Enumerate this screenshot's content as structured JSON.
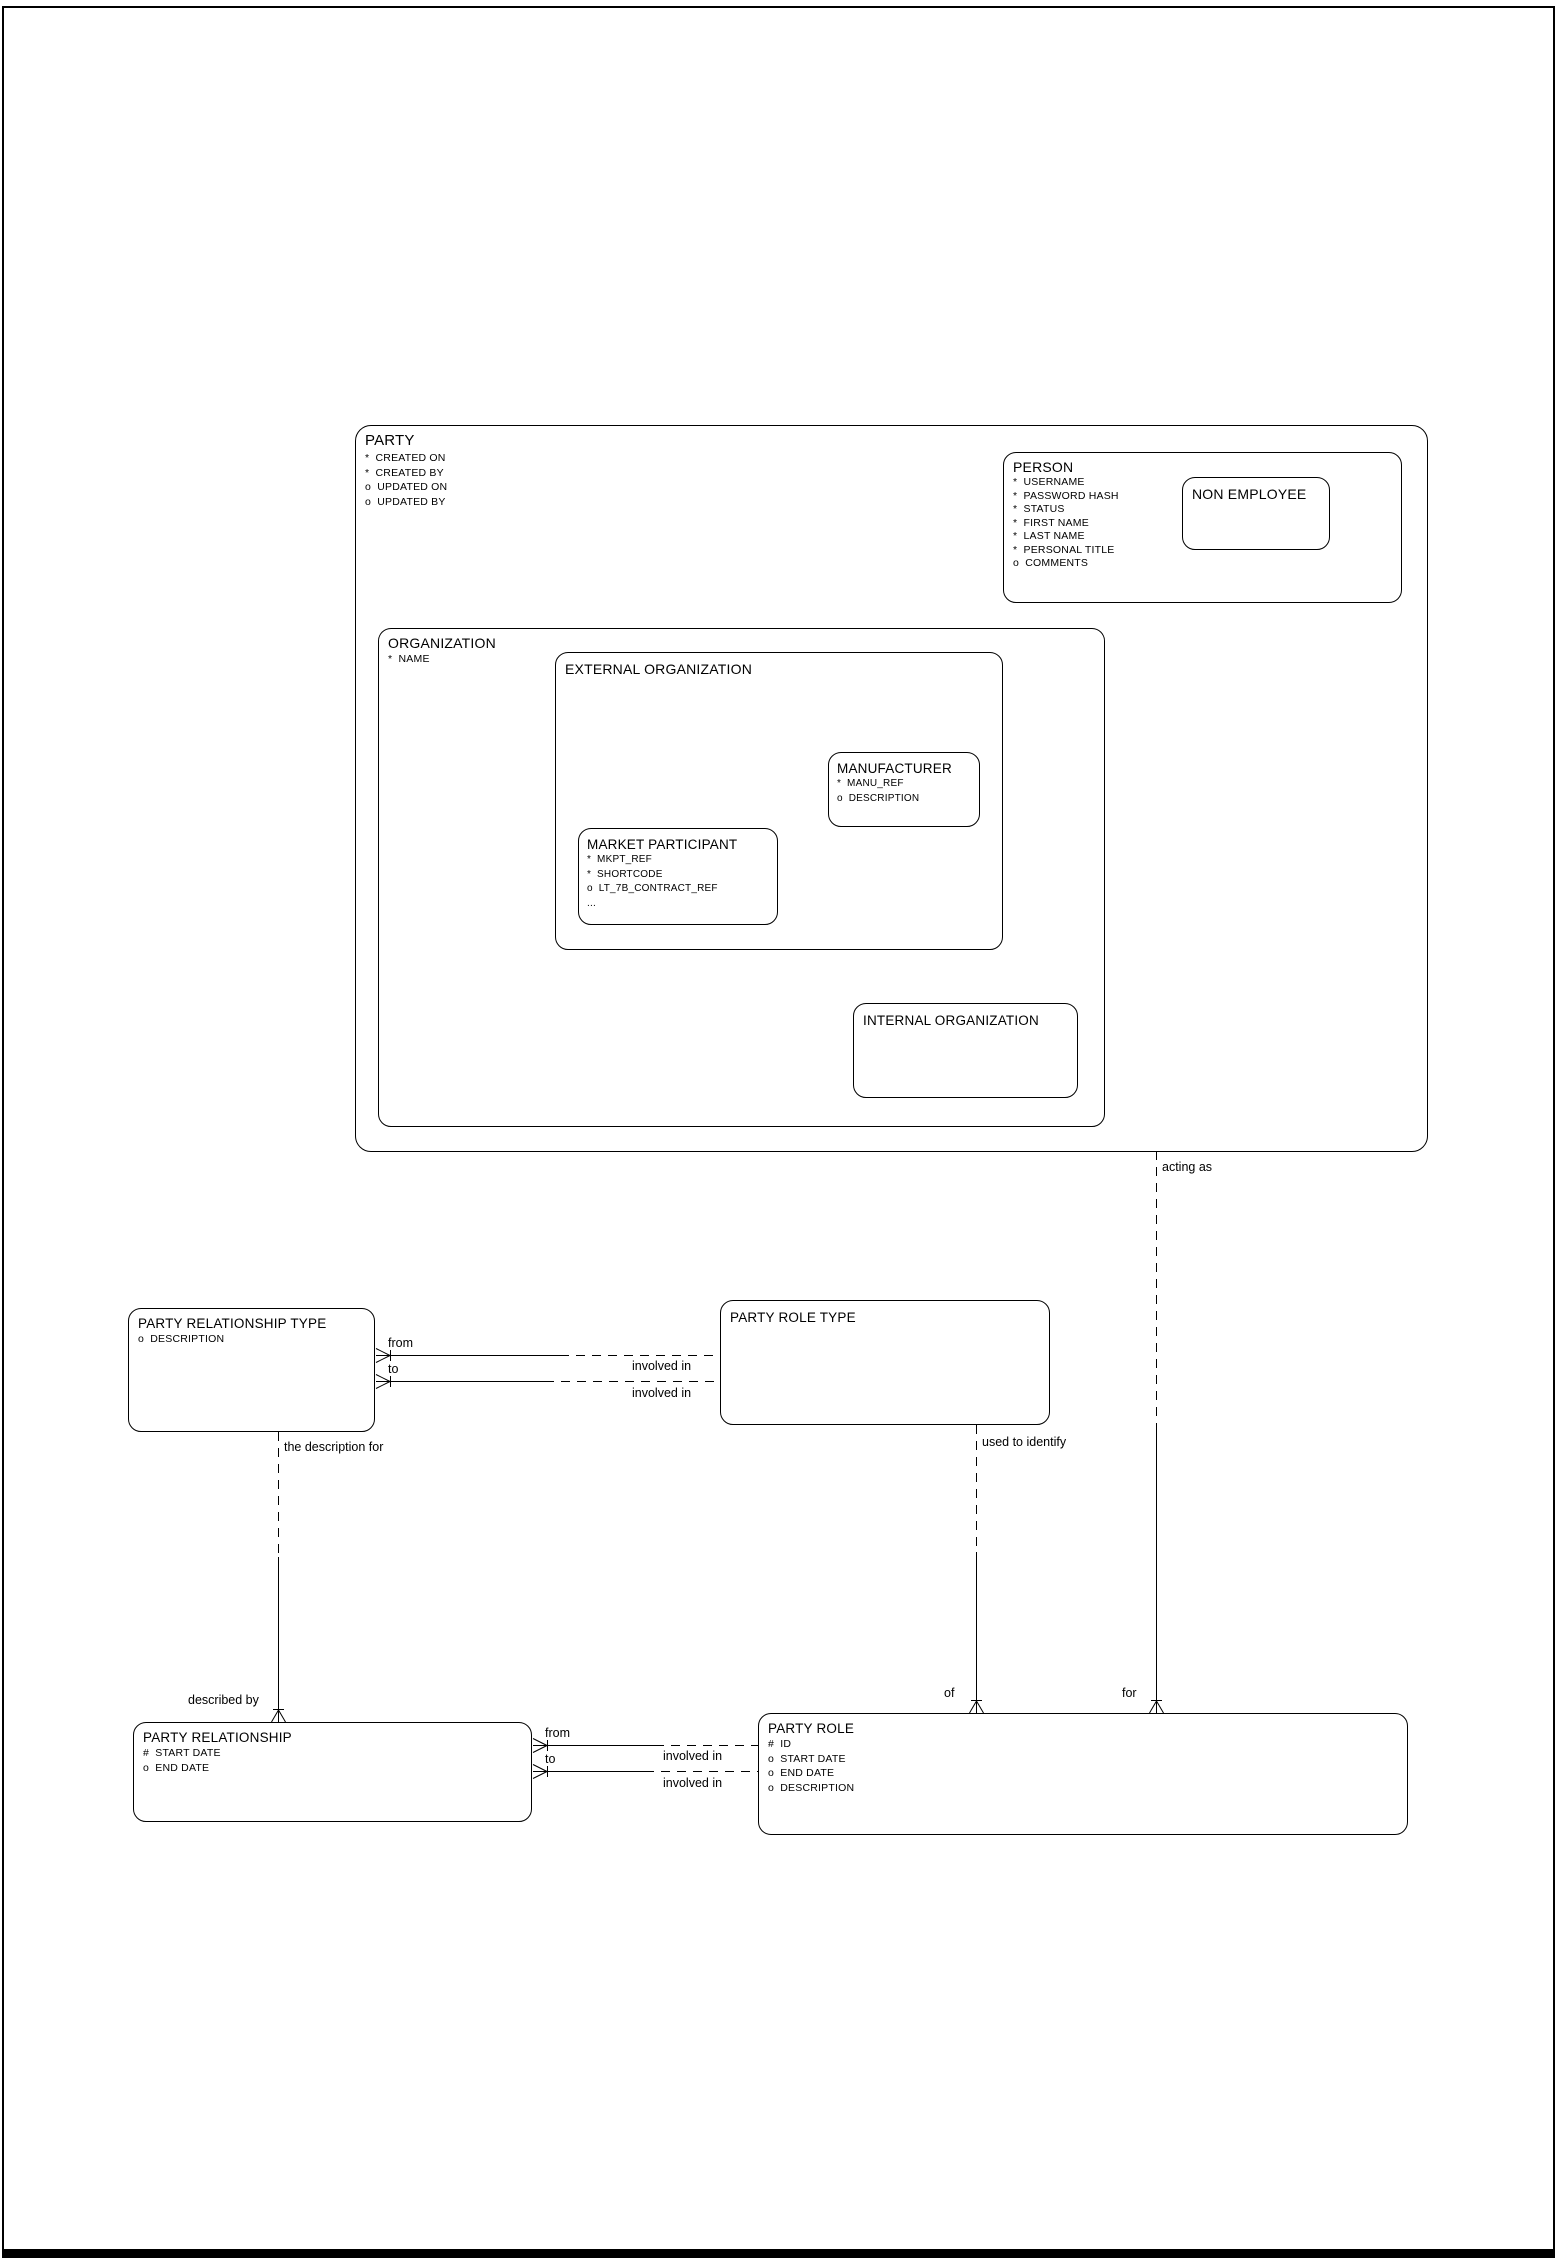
{
  "diagram": {
    "title_note": "Entity relationship diagram",
    "colors": {
      "line": "#000000",
      "background": "#ffffff"
    },
    "entities": {
      "party": {
        "title": "PARTY",
        "attrs": [
          "*  CREATED ON",
          "*  CREATED BY",
          "o  UPDATED ON",
          "o  UPDATED BY"
        ]
      },
      "person": {
        "title": "PERSON",
        "attrs": [
          "*  USERNAME",
          "*  PASSWORD HASH",
          "*  STATUS",
          "*  FIRST NAME",
          "*  LAST NAME",
          "*  PERSONAL TITLE",
          "o  COMMENTS"
        ]
      },
      "non_employee": {
        "title": "NON EMPLOYEE"
      },
      "organization": {
        "title": "ORGANIZATION",
        "attrs": [
          "*  NAME"
        ]
      },
      "external_organization": {
        "title": "EXTERNAL ORGANIZATION"
      },
      "manufacturer": {
        "title": "MANUFACTURER",
        "attrs": [
          "*  MANU_REF",
          "o  DESCRIPTION"
        ]
      },
      "market_participant": {
        "title": "MARKET PARTICIPANT",
        "attrs": [
          "*  MKPT_REF",
          "*  SHORTCODE",
          "o  LT_7B_CONTRACT_REF",
          "..."
        ]
      },
      "internal_organization": {
        "title": "INTERNAL ORGANIZATION"
      },
      "party_relationship_type": {
        "title": "PARTY RELATIONSHIP TYPE",
        "attrs": [
          "o  DESCRIPTION"
        ]
      },
      "party_role_type": {
        "title": "PARTY ROLE TYPE"
      },
      "party_relationship": {
        "title": "PARTY RELATIONSHIP",
        "attrs": [
          "#  START DATE",
          "o  END DATE"
        ]
      },
      "party_role": {
        "title": "PARTY ROLE",
        "attrs": [
          "#  ID",
          "o  START DATE",
          "o  END DATE",
          "o  DESCRIPTION"
        ]
      }
    },
    "labels": {
      "acting_as": "acting as",
      "for": "for",
      "used_to_identify": "used to identify",
      "of": "of",
      "the_description_for": "the description for",
      "described_by": "described by",
      "from_top": "from",
      "to_top": "to",
      "involved_in_top_1": "involved in",
      "involved_in_top_2": "involved in",
      "from_bottom": "from",
      "to_bottom": "to",
      "involved_in_bottom_1": "involved in",
      "involved_in_bottom_2": "involved in"
    }
  }
}
